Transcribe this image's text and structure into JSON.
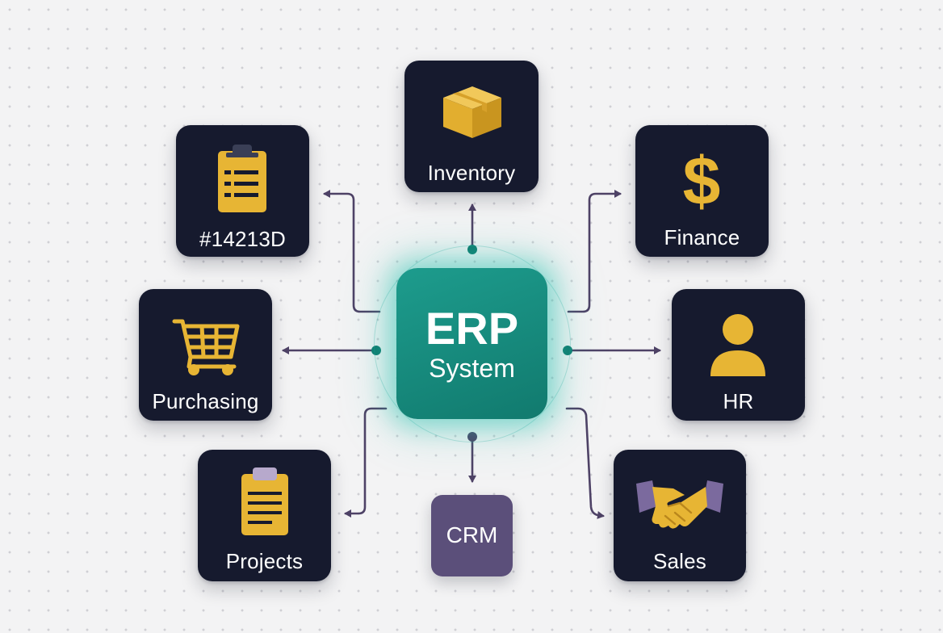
{
  "hub": {
    "title": "ERP",
    "subtitle": "System"
  },
  "modules": {
    "inventory": {
      "label": "Inventory",
      "icon": "box-icon"
    },
    "clipboard": {
      "label": "#14213D",
      "icon": "clipboard-list-icon"
    },
    "finance": {
      "label": "Finance",
      "icon": "dollar-icon"
    },
    "purchasing": {
      "label": "Purchasing",
      "icon": "shopping-cart-icon"
    },
    "hr": {
      "label": "HR",
      "icon": "person-icon"
    },
    "projects": {
      "label": "Projects",
      "icon": "clipboard-icon"
    },
    "crm": {
      "label": "CRM"
    },
    "sales": {
      "label": "Sales",
      "icon": "handshake-icon"
    }
  },
  "colors": {
    "tile": "#161a2e",
    "hub": "#16897c",
    "icon": "#e7b534",
    "connector": "#4e4266",
    "connector_dot": "#117a6e",
    "crm": "#5b4f7a"
  }
}
